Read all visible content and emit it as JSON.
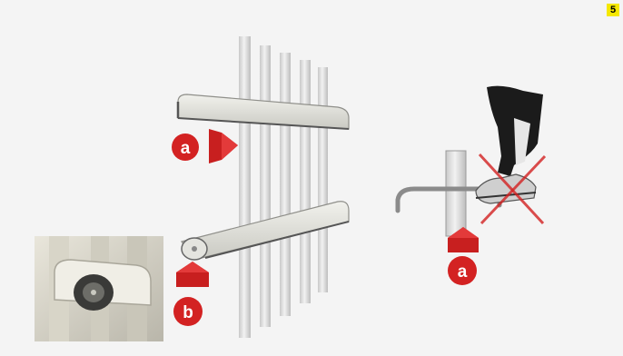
{
  "page_number": "5",
  "callouts": {
    "a_top": "a",
    "b_bottom": "b",
    "a_right": "a"
  },
  "colors": {
    "accent": "#d32222",
    "badge": "#f5e800",
    "background": "#f4f4f4"
  }
}
